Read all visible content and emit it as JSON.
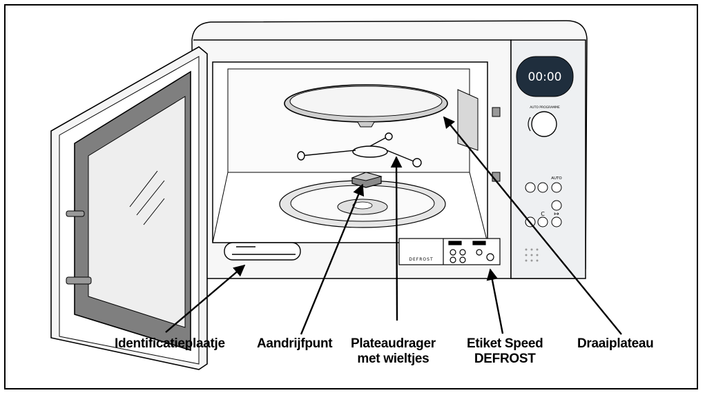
{
  "labels": {
    "identification_plate": "Identificatieplaatje",
    "drive_point": "Aandrijfpunt",
    "turntable_support_line1": "Plateaudrager",
    "turntable_support_line2": "met wieltjes",
    "speed_defrost_label_line1": "Etiket Speed",
    "speed_defrost_label_line2": "DEFROST",
    "turntable": "Draaiplateau"
  },
  "control_panel": {
    "display": "00:00",
    "program_caption": "AUTO PROGRAMME",
    "auto_button": "AUTO",
    "c_button": "C",
    "start_button": "↦"
  },
  "sticker": {
    "text": "DEFROST"
  },
  "colors": {
    "line": "#000000",
    "display_bg": "#1f2e3d",
    "panel": "#eef0f2",
    "shadow": "#d8d8d8"
  }
}
